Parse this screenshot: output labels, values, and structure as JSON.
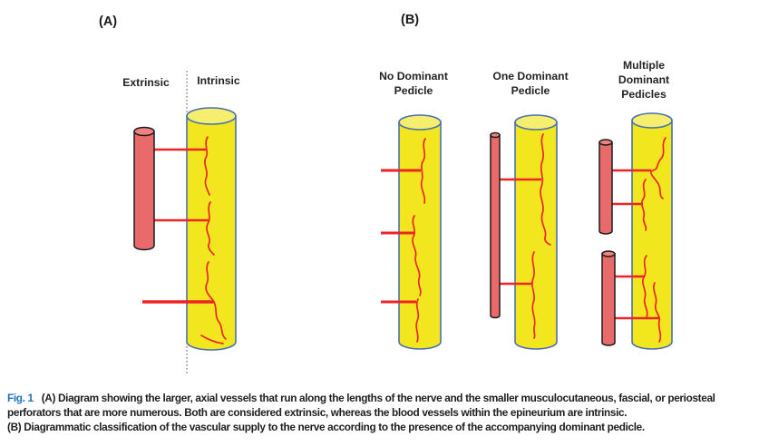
{
  "figure": {
    "panel_a": {
      "label": "(A)",
      "extrinsic_label": "Extrinsic",
      "intrinsic_label": "Intrinsic"
    },
    "panel_b": {
      "label": "(B)",
      "groups": [
        {
          "line1": "No Dominant",
          "line2": "Pedicle",
          "line3": ""
        },
        {
          "line1": "One Dominant",
          "line2": "Pedicle",
          "line3": ""
        },
        {
          "line1": "Multiple",
          "line2": "Dominant",
          "line3": "Pedicles"
        }
      ]
    },
    "colors": {
      "nerve_fill": "#f2e71f",
      "nerve_top_fill": "#f5ee6e",
      "nerve_outline": "#4a70ae",
      "vessel_fill": "#e96a6a",
      "vessel_top_fill": "#ee8282",
      "vessel_outline": "#1c1c1c",
      "branch_red": "#ee2424",
      "caption_accent": "#1f70b8"
    }
  },
  "caption": {
    "fig_label": "Fig. 1",
    "part_a_label": "(A)",
    "part_a_text": " Diagram showing the larger, axial vessels that run along the lengths of the nerve and the smaller musculocutaneous, fascial, or periosteal perforators that are more numerous. Both are considered extrinsic, whereas the blood vessels within the epineurium are intrinsic.",
    "part_b_label": "(B)",
    "part_b_text": " Diagrammatic classification of the vascular supply to the nerve according to the presence of the accompanying dominant pedicle."
  }
}
